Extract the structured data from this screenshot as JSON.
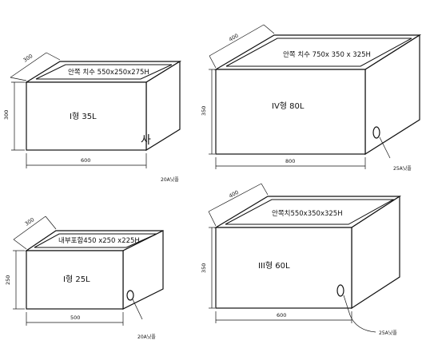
{
  "tanks": [
    {
      "name": "I형 35L",
      "inner_size": "안쪽 치수 550x250x275H",
      "depth_dim": "300",
      "height_dim": "300",
      "width_dim": "600",
      "fitting": "20A닛플",
      "outlet_mark": "사"
    },
    {
      "name": "IV형 80L",
      "inner_size": "안쪽 치수 750x 350 x 325H",
      "depth_dim": "400",
      "height_dim": "350",
      "width_dim": "800",
      "fitting": "25A닛플"
    },
    {
      "name": "I형 25L",
      "inner_size": "내부포함450 x250 x225H",
      "depth_dim": "300",
      "height_dim": "250",
      "width_dim": "500",
      "fitting": "20A닛플"
    },
    {
      "name": "III형 60L",
      "inner_size": "안쪽치550x350x325H",
      "depth_dim": "400",
      "height_dim": "350",
      "width_dim": "600",
      "fitting": "25A닛플"
    }
  ]
}
